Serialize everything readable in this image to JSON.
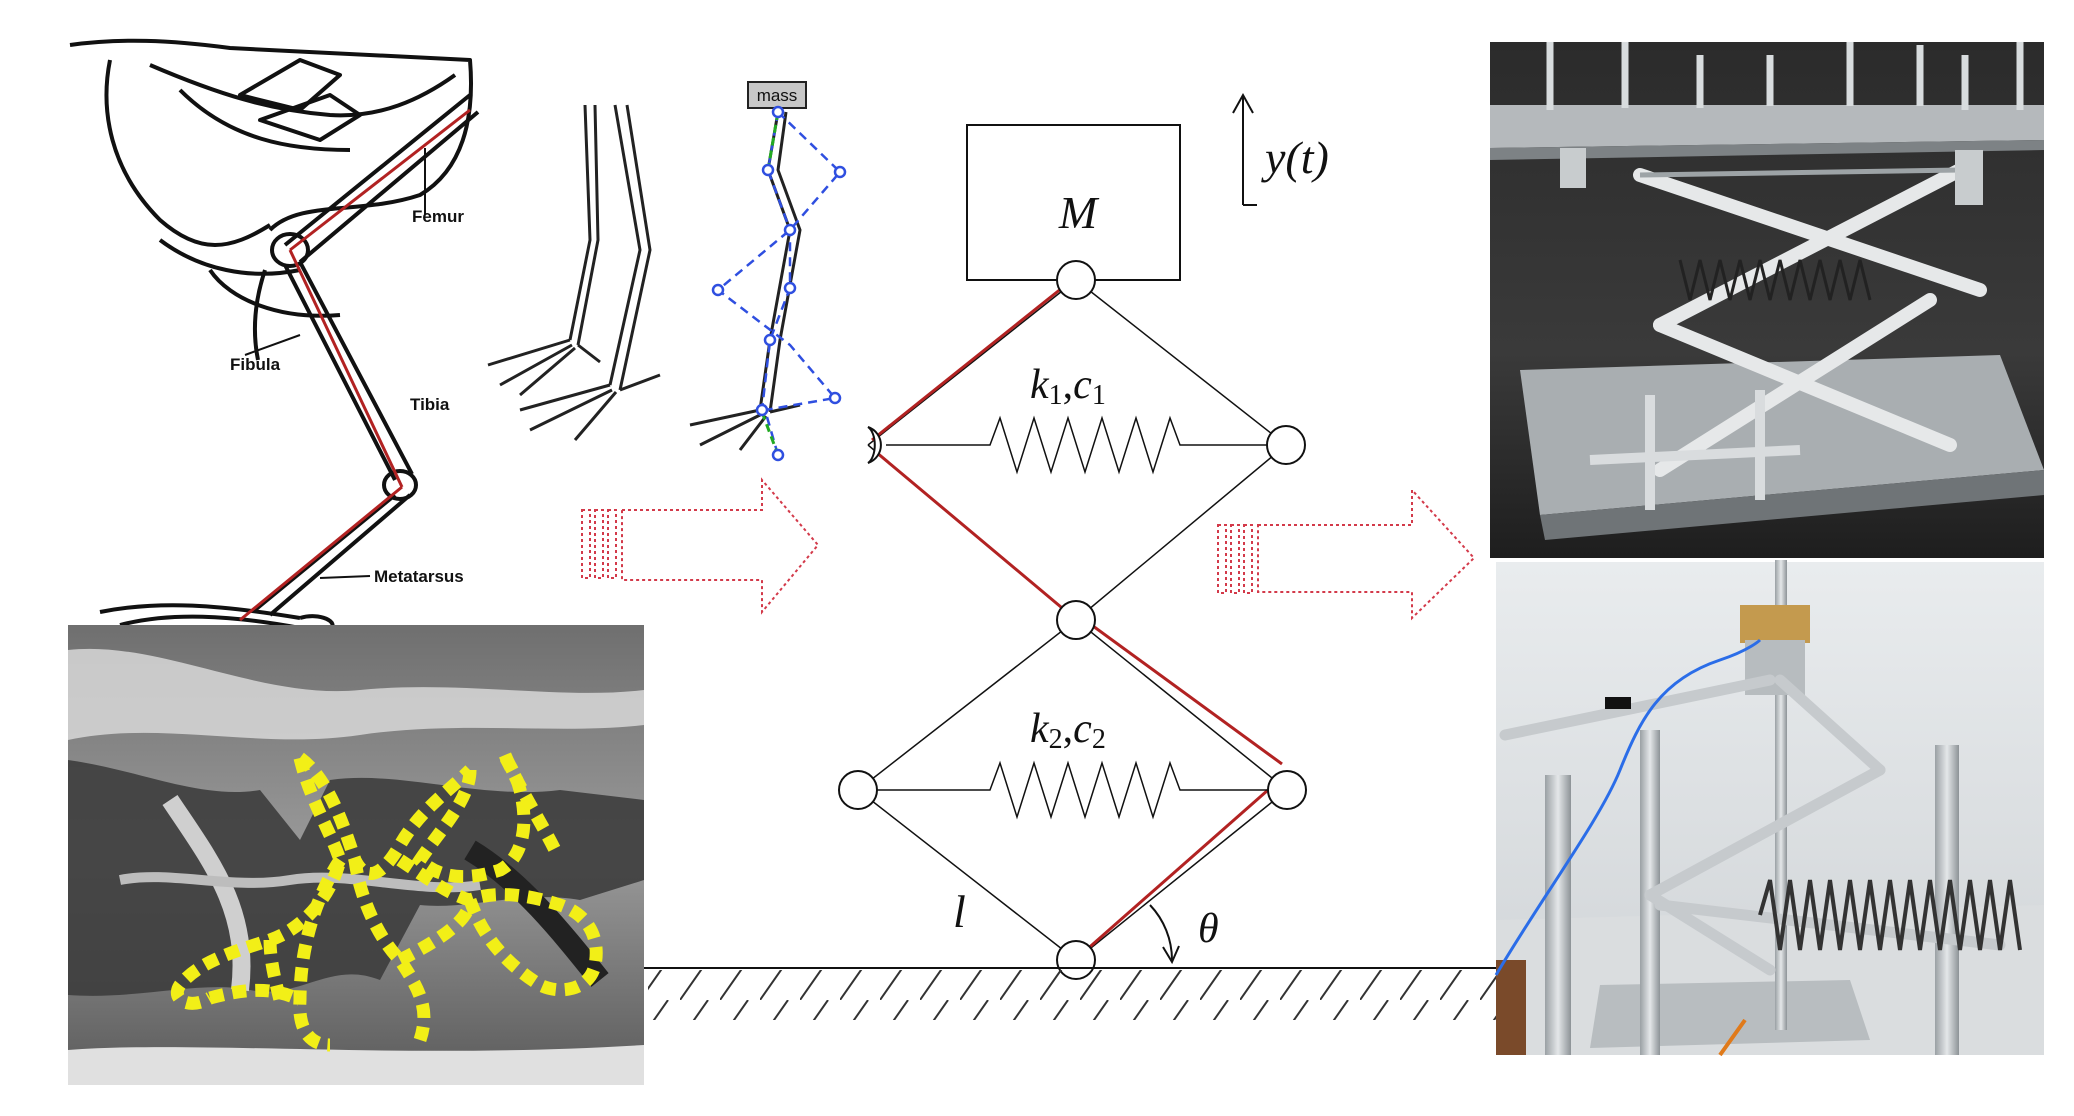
{
  "bird_leg": {
    "labels": {
      "femur": "Femur",
      "fibula": "Fibula",
      "tibia": "Tibia",
      "metatarsus": "Metatarsus"
    },
    "mass_tag": "mass"
  },
  "model": {
    "mass_label": "M",
    "displacement_label": "y(t)",
    "spring_upper": {
      "k": "k",
      "k_sub": "1",
      "sep": ",",
      "c": "c",
      "c_sub": "1"
    },
    "spring_lower": {
      "k": "k",
      "k_sub": "2",
      "sep": ",",
      "c": "c",
      "c_sub": "2"
    },
    "rod_length_label": "l",
    "angle_label": "θ"
  },
  "colors": {
    "rod_red": "#b22222",
    "arrow_red": "#d33a4a",
    "highlight_yellow": "#f2ef17",
    "blue_dashed": "#2f4fe0",
    "green_dashed": "#22aa22"
  }
}
